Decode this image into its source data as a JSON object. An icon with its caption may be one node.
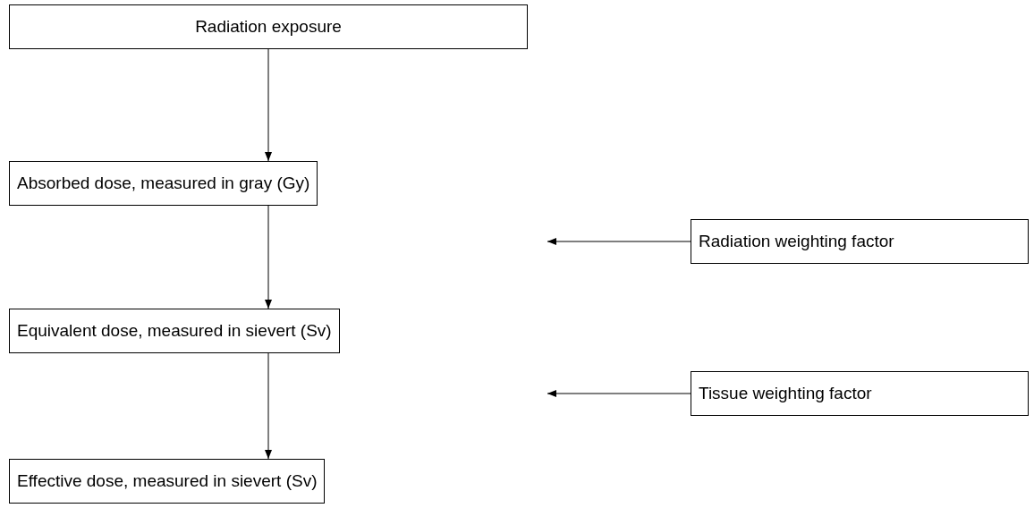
{
  "diagram": {
    "nodes": [
      {
        "text": [
          "Radiation exposure"
        ]
      },
      {
        "text": [
          "Absorbed dose, measured in gray (Gy)"
        ]
      },
      {
        "text": [
          "Equivalent dose, measured in sievert (Sv)"
        ]
      },
      {
        "text": [
          "Effective dose, measured in sievert (Sv)"
        ]
      },
      {
        "text": [
          "Radiation weighting factor"
        ]
      },
      {
        "text": [
          "Tissue weighting factor"
        ]
      }
    ],
    "edges": [
      {
        "from": 0,
        "to": 1,
        "arrow": "to"
      },
      {
        "from": 1,
        "to": 2,
        "arrow": "to"
      },
      {
        "from": 2,
        "to": 3,
        "arrow": "to"
      },
      {
        "from": 4,
        "to": null,
        "arrow": "to"
      },
      {
        "from": 5,
        "to": null,
        "arrow": "to"
      }
    ]
  }
}
